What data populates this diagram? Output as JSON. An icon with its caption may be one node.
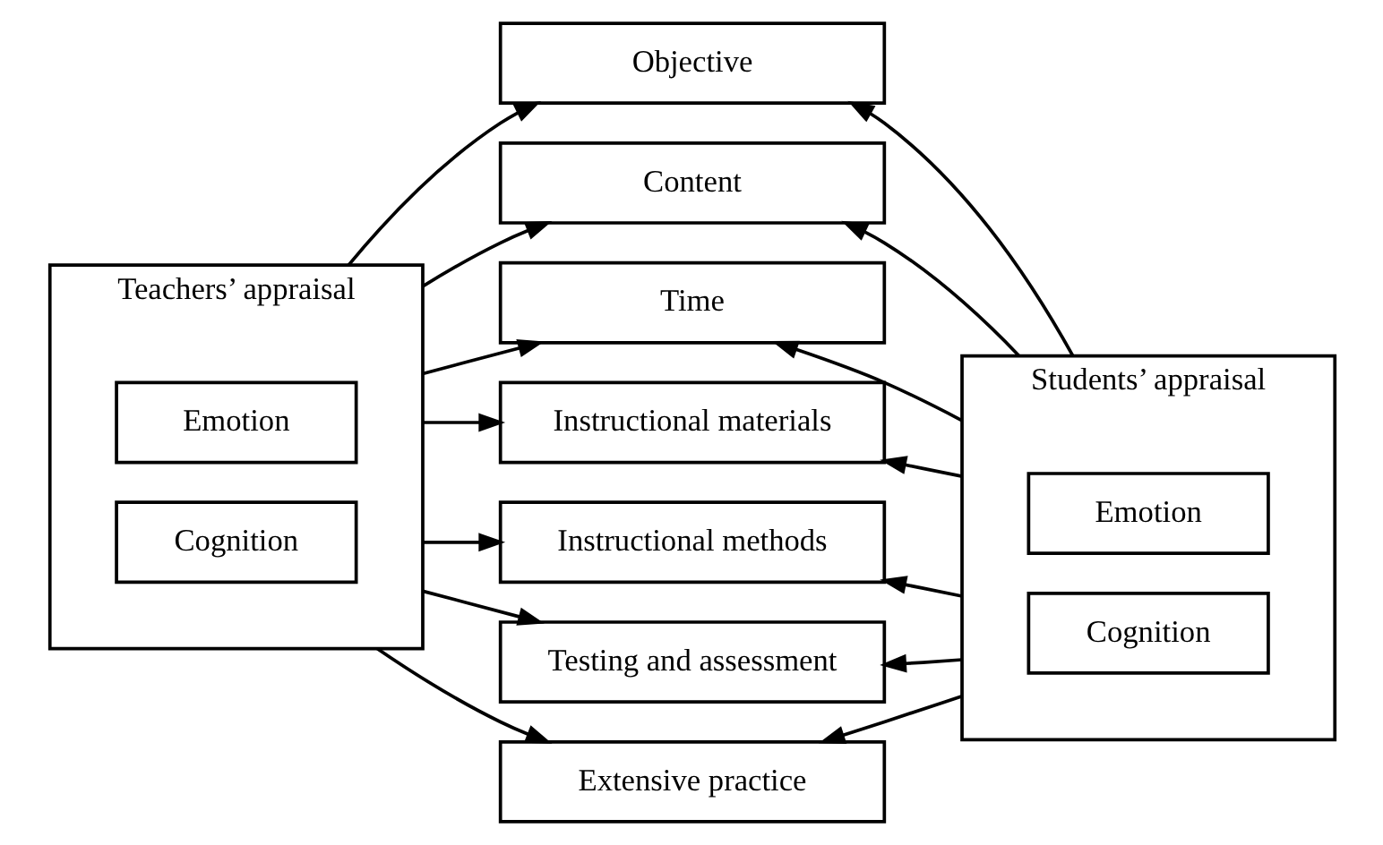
{
  "diagram": {
    "nodes": [
      {
        "text": [
          "Teachers’ appraisal"
        ]
      },
      {
        "text": [
          "Emotion"
        ],
        "in": 0
      },
      {
        "text": [
          "Cognition"
        ],
        "in": 0
      },
      {
        "text": [
          "Objective"
        ]
      },
      {
        "text": [
          "Content"
        ]
      },
      {
        "text": [
          "Time"
        ]
      },
      {
        "text": [
          "Instructional materials"
        ]
      },
      {
        "text": [
          "Instructional methods"
        ]
      },
      {
        "text": [
          "Testing and assessment"
        ]
      },
      {
        "text": [
          "Extensive practice"
        ]
      },
      {
        "text": [
          "Students’ appraisal"
        ]
      },
      {
        "text": [
          "Emotion"
        ],
        "in": 10
      },
      {
        "text": [
          "Cognition"
        ],
        "in": 10
      }
    ],
    "edges": [
      {
        "from": 0,
        "to": 3,
        "arrow": "to"
      },
      {
        "from": 0,
        "to": 4,
        "arrow": "to"
      },
      {
        "from": 0,
        "to": 5,
        "arrow": "to"
      },
      {
        "from": 0,
        "to": 6,
        "arrow": "to"
      },
      {
        "from": 0,
        "to": 7,
        "arrow": "to"
      },
      {
        "from": 0,
        "to": 8,
        "arrow": "to"
      },
      {
        "from": 0,
        "to": 9,
        "arrow": "to"
      },
      {
        "from": 10,
        "to": 3,
        "arrow": "to"
      },
      {
        "from": 10,
        "to": 4,
        "arrow": "to"
      },
      {
        "from": 10,
        "to": 5,
        "arrow": "to"
      },
      {
        "from": 10,
        "to": 6,
        "arrow": "to"
      },
      {
        "from": 10,
        "to": 7,
        "arrow": "to"
      },
      {
        "from": 10,
        "to": 8,
        "arrow": "to"
      },
      {
        "from": 10,
        "to": 9,
        "arrow": "to"
      }
    ]
  }
}
